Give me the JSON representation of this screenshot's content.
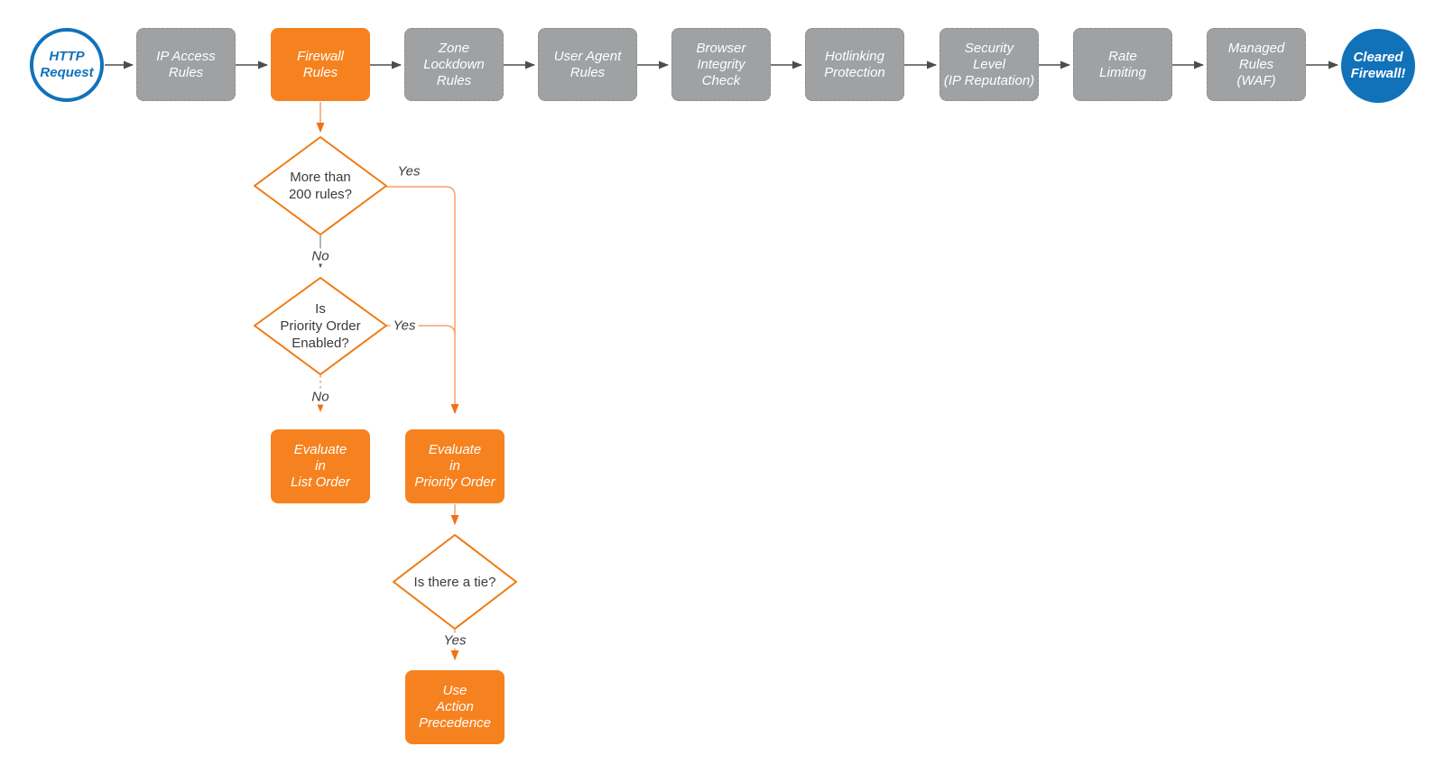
{
  "diagram": {
    "start": {
      "label": "HTTP\nRequest"
    },
    "end": {
      "label": "Cleared\nFirewall!"
    },
    "steps": [
      {
        "label": "IP Access\nRules"
      },
      {
        "label": "Firewall\nRules"
      },
      {
        "label": "Zone\nLockdown\nRules"
      },
      {
        "label": "User Agent\nRules"
      },
      {
        "label": "Browser\nIntegrity\nCheck"
      },
      {
        "label": "Hotlinking\nProtection"
      },
      {
        "label": "Security\nLevel\n(IP Reputation)"
      },
      {
        "label": "Rate\nLimiting"
      },
      {
        "label": "Managed\nRules\n(WAF)"
      }
    ],
    "decisions": [
      {
        "label": "More than\n200 rules?"
      },
      {
        "label": "Is\nPriority Order\nEnabled?"
      },
      {
        "label": "Is there a tie?"
      }
    ],
    "actions": [
      {
        "label": "Evaluate\nin\nList Order"
      },
      {
        "label": "Evaluate\nin\nPriority Order"
      },
      {
        "label": "Use\nAction\nPrecedence"
      }
    ],
    "edge_labels": {
      "d1_yes": "Yes",
      "d1_no": "No",
      "d2_yes": "Yes",
      "d2_no": "No",
      "d3_yes": "Yes"
    },
    "colors": {
      "accent_orange": "#f6821f",
      "diamond_border": "#ef7b10",
      "connector_orange": "#f9a06a",
      "arrow_orange": "#f07112",
      "node_gray": "#9fa1a3",
      "connector_gray": "#4d4d4d",
      "connector_gray_light": "#9a9a9a",
      "brand_blue": "#1172ba",
      "text_dark": "#3b3b3b"
    }
  }
}
